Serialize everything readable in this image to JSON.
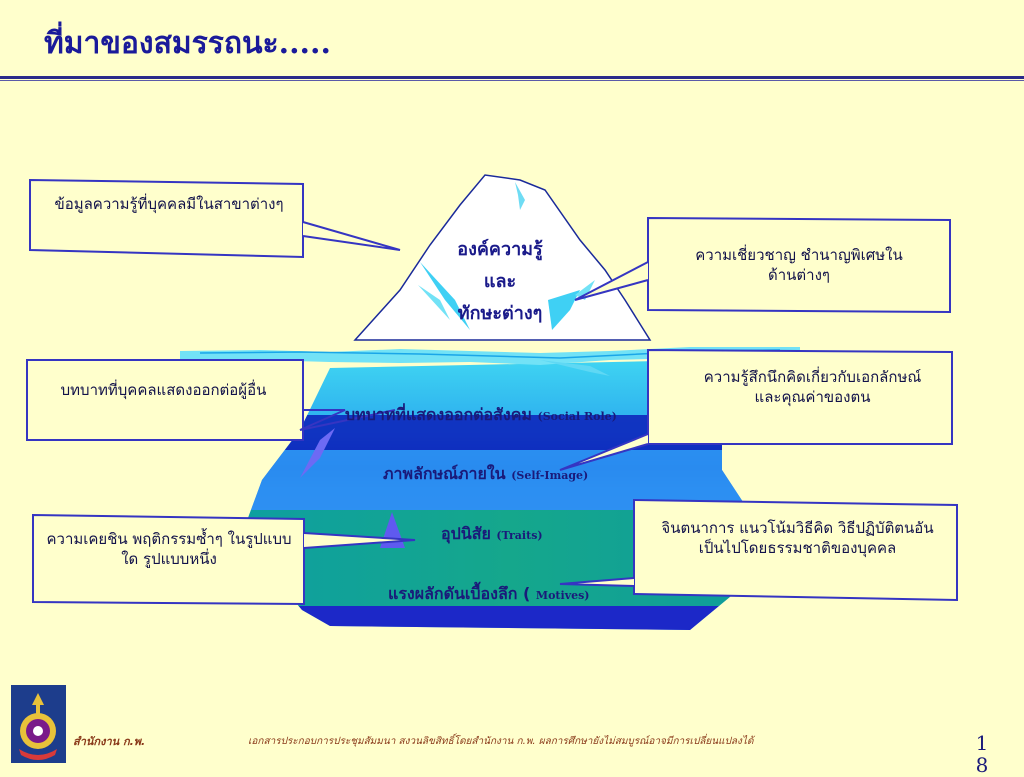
{
  "title": "ที่มาของสมรรถนะ.....",
  "iceberg_tip": {
    "line1": "องค์ความรู้",
    "line2": "และ",
    "line3": "ทักษะต่างๆ"
  },
  "layers": [
    {
      "thai": "บทบาทที่แสดงออกต่อสังคม",
      "english": "(Social Role)"
    },
    {
      "thai": "ภาพลักษณ์ภายใน",
      "english": "(Self-Image)"
    },
    {
      "thai": "อุปนิสัย",
      "english": "(Traits)"
    },
    {
      "thai": "แรงผลักดันเบื้องลึก (",
      "english": "Motives)"
    }
  ],
  "callouts": {
    "knowledge": "ข้อมูลความรู้ที่บุคคลมีในสาขาต่างๆ",
    "skills": "ความเชี่ยวชาญ ชำนาญพิเศษในด้านต่างๆ",
    "social_role": "บทบาทที่บุคคลแสดงออกต่อผู้อื่น",
    "self_image": "ความรู้สึกนึกคิดเกี่ยวกับเอกลักษณ์และคุณค่าของตน",
    "traits": "ความเคยชิน พฤติกรรมซ้ำๆ ในรูปแบบใด รูปแบบหนึ่ง",
    "motives": "จินตนาการ แนวโน้มวิธีคิด วิธีปฏิบัติตนอันเป็นไปโดยธรรมชาติของบุคคล"
  },
  "footer": {
    "office": "สำนักงาน ก.พ.",
    "note": "เอกสารประกอบการประชุมสัมมนา สงวนลิขสิทธิ์โดยสำนักงาน ก.พ. ผลการศึกษายังไม่สมบูรณ์อาจมีการเปลี่ยนแปลงได้",
    "page": "18"
  },
  "colors": {
    "background": "#ffffcc",
    "title": "#1a1a9a",
    "iceberg_top": "#2aa9ee",
    "iceberg_deep": "#0c1eb8",
    "lower_band": "#13a68f",
    "callout_border": "#3535c2"
  }
}
